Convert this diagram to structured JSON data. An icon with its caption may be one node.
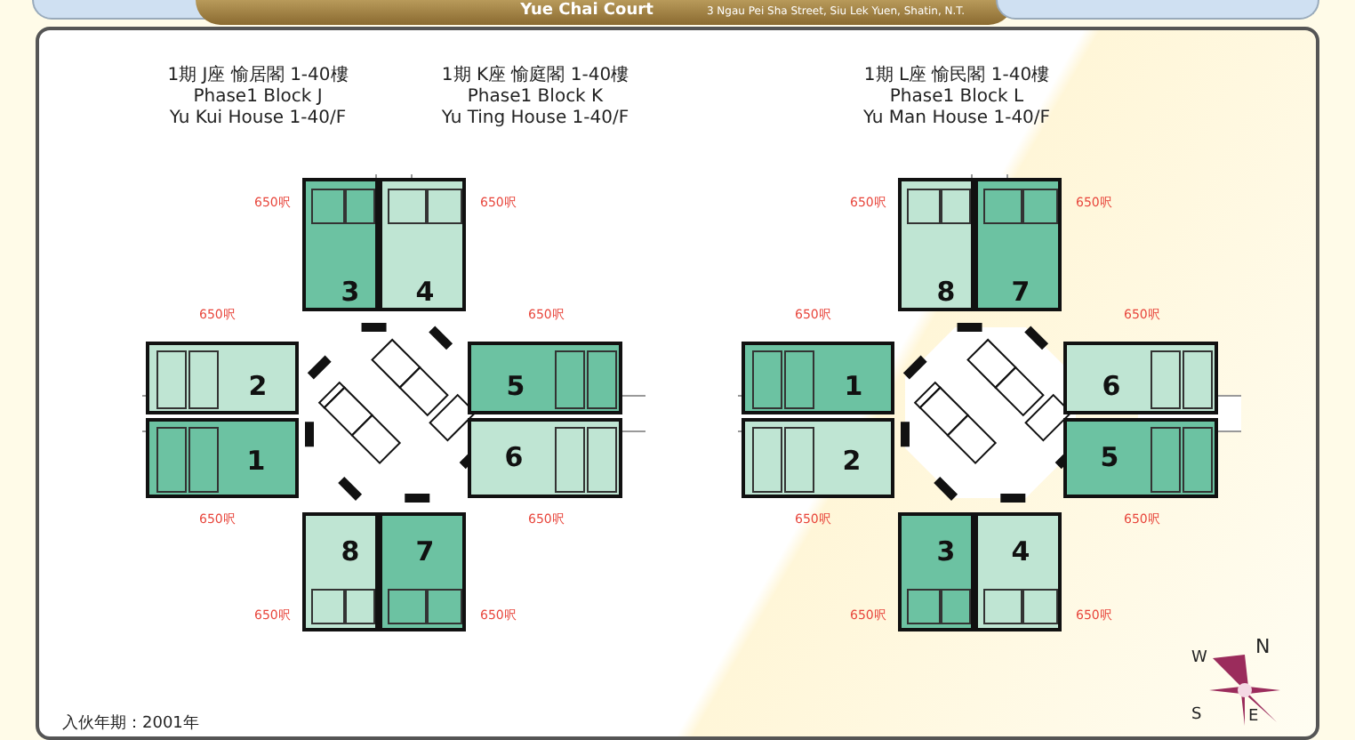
{
  "diagram": {
    "nodes": [
      {
        "text": [
          "3"
        ],
        "beside": [
          "650呎"
        ]
      },
      {
        "text": [
          "4"
        ],
        "beside": [
          "650呎"
        ]
      },
      {
        "text": [
          "2"
        ],
        "beside": [
          "650呎"
        ]
      },
      {
        "text": [
          "5"
        ],
        "beside": [
          "650呎"
        ]
      },
      {
        "text": [
          "1"
        ],
        "beside": [
          "650呎"
        ]
      },
      {
        "text": [
          "6"
        ],
        "beside": [
          "650呎"
        ]
      },
      {
        "text": [
          "8"
        ],
        "beside": [
          "650呎"
        ]
      },
      {
        "text": [
          "7"
        ],
        "beside": [
          "650呎"
        ]
      },
      {
        "text": [
          "8"
        ],
        "beside": [
          "650呎"
        ]
      },
      {
        "text": [
          "7"
        ],
        "beside": [
          "650呎"
        ]
      },
      {
        "text": [
          "1"
        ],
        "beside": [
          "650呎"
        ]
      },
      {
        "text": [
          "6"
        ],
        "beside": [
          "650呎"
        ]
      },
      {
        "text": [
          "2"
        ],
        "beside": [
          "650呎"
        ]
      },
      {
        "text": [
          "5"
        ],
        "beside": [
          "650呎"
        ]
      },
      {
        "text": [
          "3"
        ],
        "beside": [
          "650呎"
        ]
      },
      {
        "text": [
          "4"
        ],
        "beside": [
          "650呎"
        ]
      }
    ],
    "labels": [
      "Yue Chai Court",
      "3 Ngau Pei Sha Street, Siu Lek Yuen, Shatin, N.T.",
      "1期  J座  愉居閣  1-40樓",
      "Phase1  Block J",
      "Yu Kui House  1-40/F",
      "1期  K座  愉庭閣  1-40樓",
      "Phase1  Block K",
      "Yu Ting House  1-40/F",
      "1期  L座  愉民閣  1-40樓",
      "Phase1  Block L",
      "Yu Man House  1-40/F",
      "W",
      "N",
      "S",
      "E",
      "入伙年期：2001年"
    ]
  }
}
